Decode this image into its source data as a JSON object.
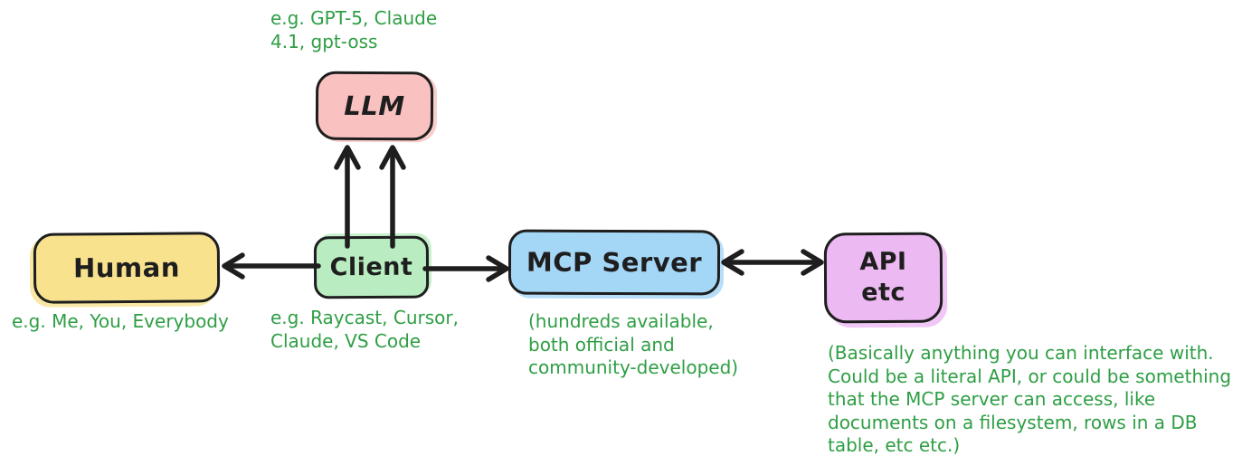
{
  "diagram": {
    "type": "flow-diagram",
    "nodes": {
      "human": {
        "label": "Human",
        "fill": "#F8E28E",
        "note": "e.g. Me, You, Everybody"
      },
      "llm": {
        "label": "LLM",
        "fill": "#F9C2C1",
        "note": "e.g. GPT-5, Claude\n4.1, gpt-oss"
      },
      "client": {
        "label": "Client",
        "fill": "#B9ECC0",
        "note": "e.g. Raycast, Cursor,\nClaude, VS Code"
      },
      "mcp_server": {
        "label": "MCP Server",
        "fill": "#A4D6F6",
        "note": "(hundreds available,\nboth official and\ncommunity-developed)"
      },
      "api": {
        "label": "API\netc",
        "fill": "#EDB9F2",
        "note": "(Basically anything you can interface with.\nCould be a literal API, or could be something\nthat the MCP server can access, like\ndocuments on a filesystem, rows in a DB\ntable, etc etc.)"
      }
    },
    "edges": [
      {
        "name": "client-to-human",
        "from": "client",
        "to": "human",
        "arrowheads": "end"
      },
      {
        "name": "client-to-llm-left",
        "from": "client",
        "to": "llm",
        "arrowheads": "end"
      },
      {
        "name": "client-to-llm-right",
        "from": "client",
        "to": "llm",
        "arrowheads": "end"
      },
      {
        "name": "client-to-mcp-server",
        "from": "client",
        "to": "mcp_server",
        "arrowheads": "end"
      },
      {
        "name": "mcp-server-api",
        "from": "mcp_server",
        "to": "api",
        "arrowheads": "both"
      }
    ],
    "colors": {
      "note_text": "#2E9E44",
      "stroke": "#1E1E1E",
      "background": "#FFFFFF"
    }
  }
}
